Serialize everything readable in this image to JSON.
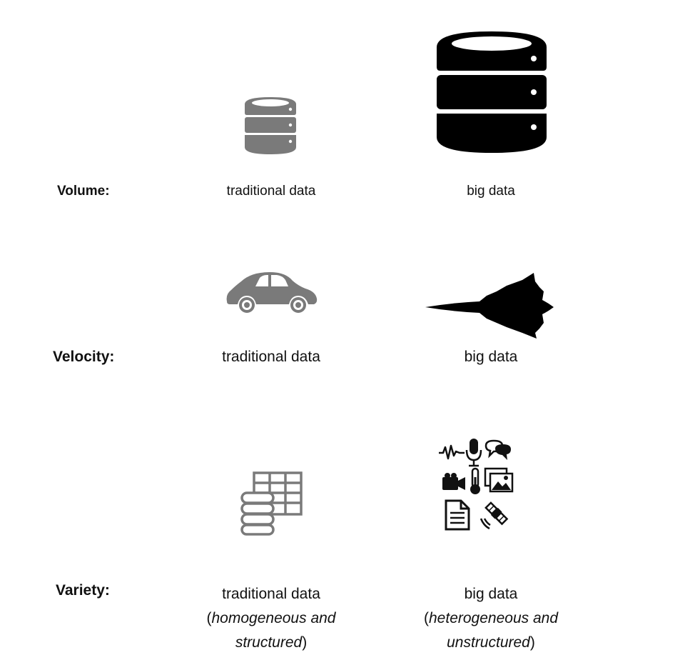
{
  "rows": [
    {
      "label": "Volume:",
      "traditional": {
        "caption": "traditional data",
        "icon": "small-database-icon"
      },
      "big": {
        "caption": "big data",
        "icon": "large-database-icon"
      }
    },
    {
      "label": "Velocity:",
      "traditional": {
        "caption": "traditional data",
        "icon": "car-icon"
      },
      "big": {
        "caption": "big data",
        "icon": "jet-icon"
      }
    },
    {
      "label": "Variety:",
      "traditional": {
        "caption": "traditional data",
        "note_open": "(",
        "note_italic_1": "homogeneous and",
        "note_italic_2": "structured",
        "note_close": ")",
        "icon": "table-database-icon"
      },
      "big": {
        "caption": "big data",
        "note_open": "(",
        "note_italic_1": "heterogeneous and",
        "note_italic_2": "unstructured",
        "note_close": ")",
        "icon": "mixed-media-icons"
      }
    }
  ],
  "colors": {
    "traditional": "#7a7a7a",
    "big": "#000000"
  }
}
